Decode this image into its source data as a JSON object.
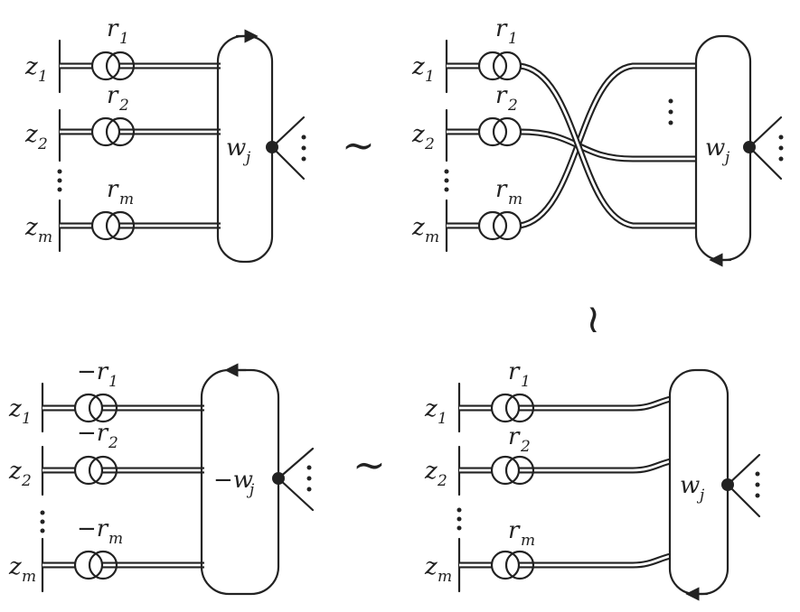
{
  "panels": {
    "top_left": {
      "z_labels": [
        "z",
        "z",
        "z"
      ],
      "z_subs": [
        "1",
        "2",
        "m"
      ],
      "r_labels": [
        "r",
        "r",
        "r"
      ],
      "r_subs": [
        "1",
        "2",
        "m"
      ],
      "w_label": "w",
      "w_sub": "j"
    },
    "top_right": {
      "z_labels": [
        "z",
        "z",
        "z"
      ],
      "z_subs": [
        "1",
        "2",
        "m"
      ],
      "r_labels": [
        "r",
        "r",
        "r"
      ],
      "r_subs": [
        "1",
        "2",
        "m"
      ],
      "w_label": "w",
      "w_sub": "j"
    },
    "bottom_left": {
      "z_labels": [
        "z",
        "z",
        "z"
      ],
      "z_subs": [
        "1",
        "2",
        "m"
      ],
      "r_labels": [
        "−r",
        "−r",
        "−r"
      ],
      "r_subs": [
        "1",
        "2",
        "m"
      ],
      "w_label": "−w",
      "w_sub": "j"
    },
    "bottom_right": {
      "z_labels": [
        "z",
        "z",
        "z"
      ],
      "z_subs": [
        "1",
        "2",
        "m"
      ],
      "r_labels": [
        "r",
        "r",
        "r"
      ],
      "r_subs": [
        "1",
        "2",
        "m"
      ],
      "w_label": "w",
      "w_sub": "j"
    }
  },
  "relations": {
    "top": "∼",
    "right": "≀",
    "bottom": "∼"
  }
}
